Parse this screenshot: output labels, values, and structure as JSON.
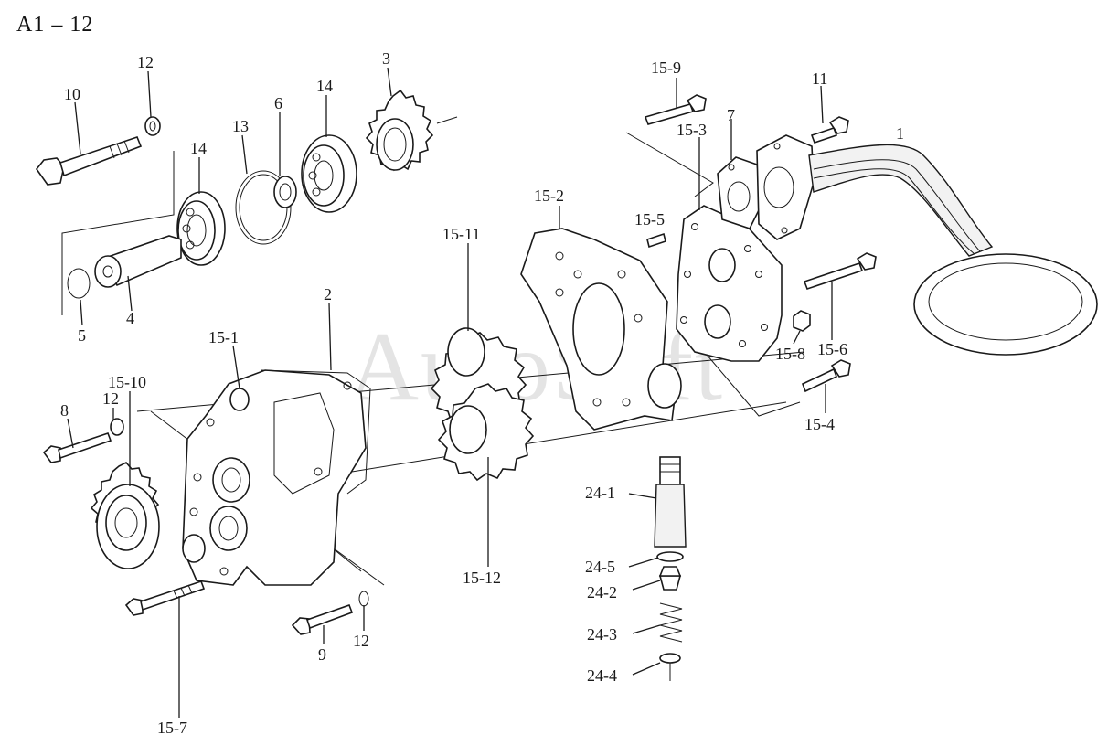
{
  "diagram": {
    "title": "A1 – 12",
    "watermark": "AutoSoft",
    "callouts": [
      {
        "id": "c-12a",
        "text": "12"
      },
      {
        "id": "c-10",
        "text": "10"
      },
      {
        "id": "c-14a",
        "text": "14"
      },
      {
        "id": "c-13",
        "text": "13"
      },
      {
        "id": "c-6",
        "text": "6"
      },
      {
        "id": "c-14b",
        "text": "14"
      },
      {
        "id": "c-3",
        "text": "3"
      },
      {
        "id": "c-5",
        "text": "5"
      },
      {
        "id": "c-4",
        "text": "4"
      },
      {
        "id": "c-2",
        "text": "2"
      },
      {
        "id": "c-15-1",
        "text": "15-1"
      },
      {
        "id": "c-15-10",
        "text": "15-10"
      },
      {
        "id": "c-12b",
        "text": "12"
      },
      {
        "id": "c-8",
        "text": "8"
      },
      {
        "id": "c-15-7",
        "text": "15-7"
      },
      {
        "id": "c-9",
        "text": "9"
      },
      {
        "id": "c-12c",
        "text": "12"
      },
      {
        "id": "c-15-11",
        "text": "15-11"
      },
      {
        "id": "c-15-12",
        "text": "15-12"
      },
      {
        "id": "c-15-2",
        "text": "15-2"
      },
      {
        "id": "c-15-5",
        "text": "15-5"
      },
      {
        "id": "c-15-9",
        "text": "15-9"
      },
      {
        "id": "c-15-3",
        "text": "15-3"
      },
      {
        "id": "c-7",
        "text": "7"
      },
      {
        "id": "c-11",
        "text": "11"
      },
      {
        "id": "c-1",
        "text": "1"
      },
      {
        "id": "c-15-6",
        "text": "15-6"
      },
      {
        "id": "c-15-8",
        "text": "15-8"
      },
      {
        "id": "c-15-4",
        "text": "15-4"
      },
      {
        "id": "c-24-1",
        "text": "24-1"
      },
      {
        "id": "c-24-5",
        "text": "24-5"
      },
      {
        "id": "c-24-2",
        "text": "24-2"
      },
      {
        "id": "c-24-3",
        "text": "24-3"
      },
      {
        "id": "c-24-4",
        "text": "24-4"
      }
    ]
  }
}
